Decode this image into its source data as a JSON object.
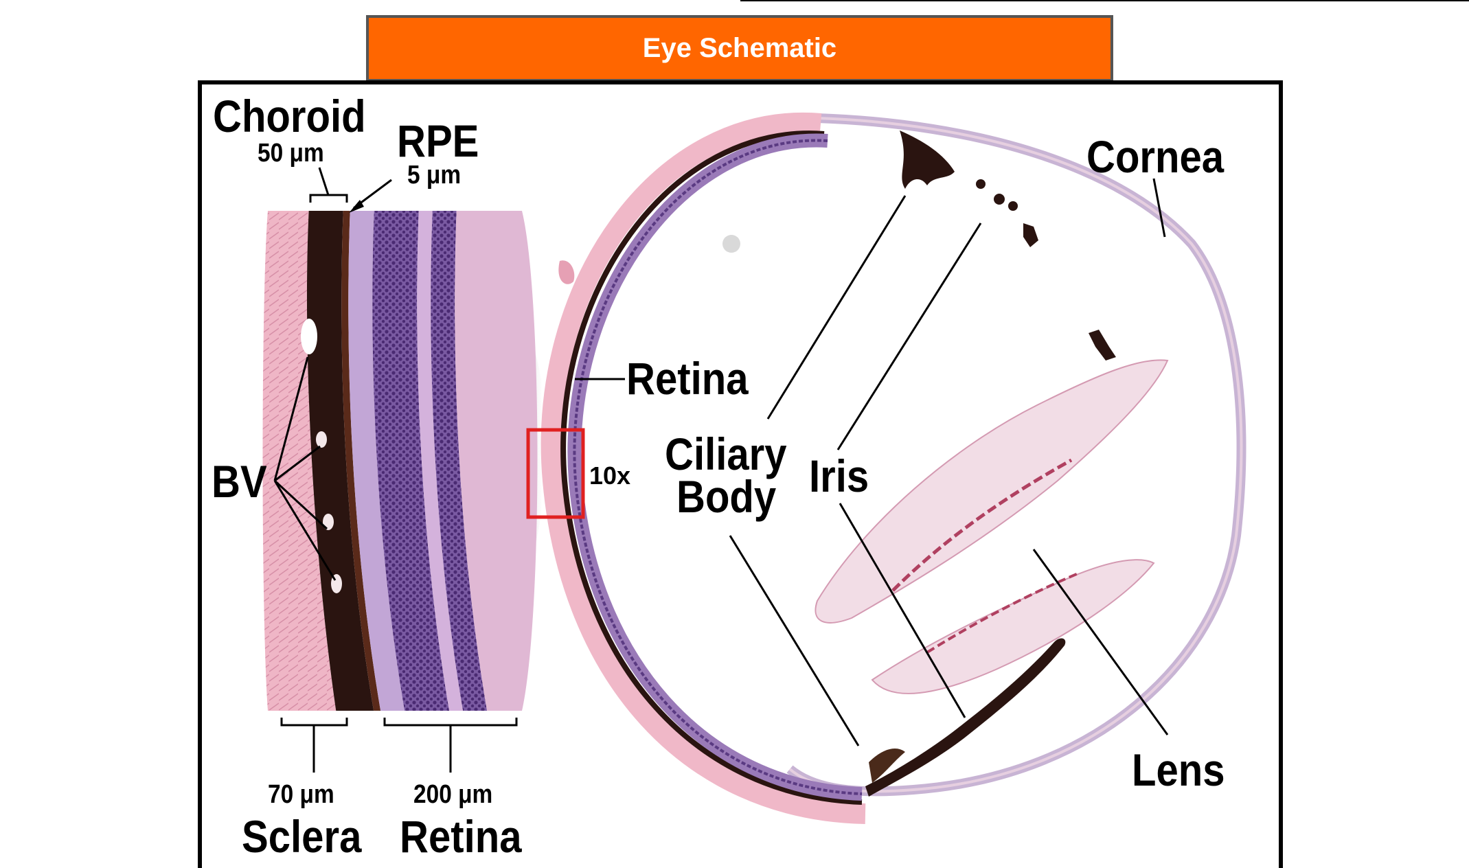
{
  "header": {
    "title": "Eye Schematic"
  },
  "colors": {
    "title_bar": "#ff6600",
    "frame": "#000000",
    "highlight_box": "#e02020",
    "sclera_tissue": "#f0b8c8",
    "choroid_pigment": "#2a1410",
    "retina_tissue": "#a88ac4",
    "nuclear_layer": "#5a3a82",
    "lens_tissue": "#e8c8d4"
  },
  "inset_labels": {
    "choroid": "Choroid",
    "choroid_width": "50 μm",
    "rpe": "RPE",
    "rpe_width": "5 μm",
    "bv": "BV",
    "sclera_width": "70 μm",
    "sclera": "Sclera",
    "retina_width": "200 μm",
    "retina": "Retina"
  },
  "eye_labels": {
    "retina": "Retina",
    "magnification": "10x",
    "ciliary_body_line1": "Ciliary",
    "ciliary_body_line2": "Body",
    "iris": "Iris",
    "cornea": "Cornea",
    "lens": "Lens"
  }
}
